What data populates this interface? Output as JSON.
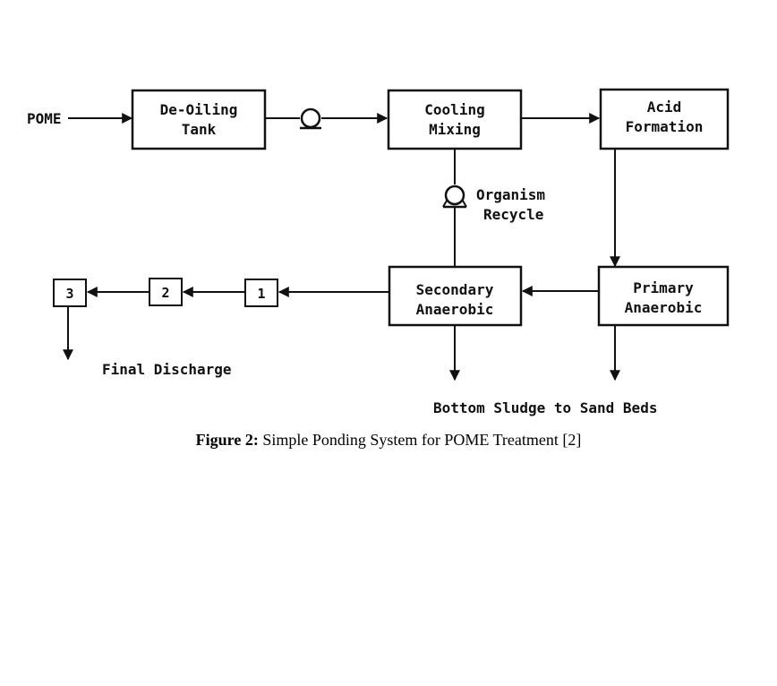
{
  "diagram": {
    "input": "POME",
    "boxes": {
      "deoiling": [
        "De-Oiling",
        "Tank"
      ],
      "cooling": [
        "Cooling",
        "Mixing"
      ],
      "acid": [
        "Acid",
        "Formation"
      ],
      "primary": [
        "Primary",
        "Anaerobic"
      ],
      "secondary": [
        "Secondary",
        "Anaerobic"
      ]
    },
    "ponds": [
      "1",
      "2",
      "3"
    ],
    "recycle_label": [
      "Organism",
      "Recycle"
    ],
    "final_discharge": "Final Discharge",
    "sludge": "Bottom Sludge to Sand Beds"
  },
  "caption": {
    "label": "Figure 2:",
    "text": "Simple Ponding System for POME Treatment [2]"
  }
}
